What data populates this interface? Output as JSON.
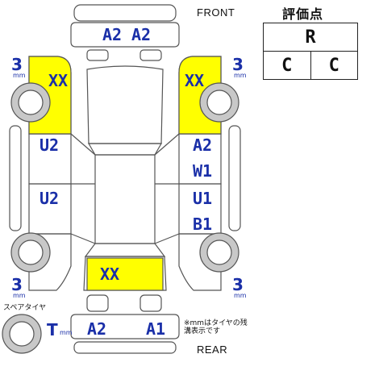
{
  "labels": {
    "front": "FRONT",
    "rear": "REAR",
    "score_title": "評価点",
    "spare_tire": "スペアタイヤ",
    "note": "※mmはタイヤの残溝表示です"
  },
  "score": {
    "overall": "R",
    "interior": "C",
    "exterior": "C"
  },
  "tires": {
    "front_left": {
      "depth": "3",
      "unit": "mm"
    },
    "front_right": {
      "depth": "3",
      "unit": "mm"
    },
    "rear_left": {
      "depth": "3",
      "unit": "mm"
    },
    "rear_right": {
      "depth": "3",
      "unit": "mm"
    },
    "spare": {
      "depth": "T",
      "unit": "mm"
    }
  },
  "damage_codes": {
    "front_bumper_left": "A2",
    "front_bumper_right": "A2",
    "front_left_fender": "XX",
    "front_right_fender": "XX",
    "left_front_door": "U2",
    "left_rear_door": "U2",
    "right_front_door_1": "A2",
    "right_front_door_2": "W1",
    "right_rear_door_1": "U1",
    "right_rear_door_2": "B1",
    "trunk": "XX",
    "rear_bumper_left": "A2",
    "rear_bumper_right": "A1"
  },
  "colors": {
    "highlight": "#ffff00",
    "code_text": "#1a2fa8",
    "line": "#555555"
  }
}
